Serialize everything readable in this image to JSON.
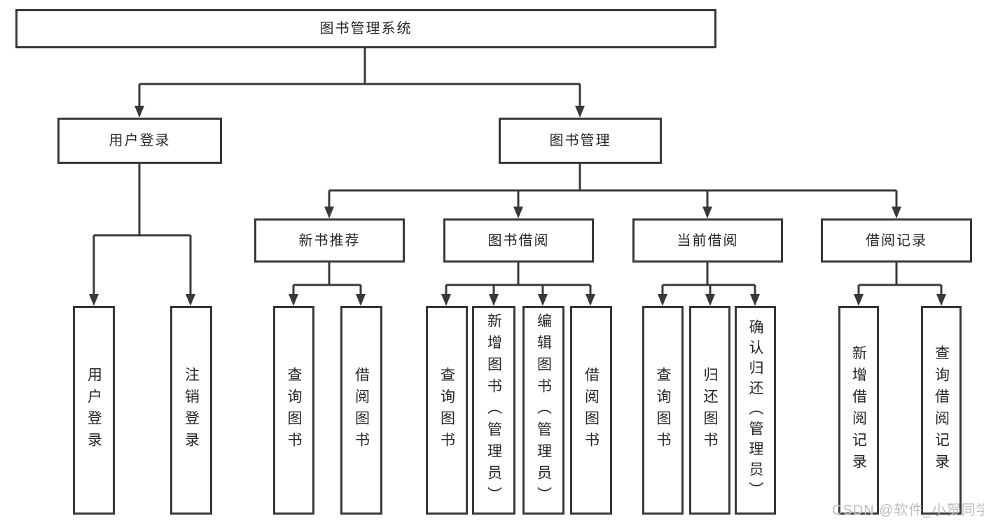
{
  "diagram": {
    "tree": {
      "root": {
        "label": "图书管理系统"
      },
      "children": [
        {
          "label": "用户登录",
          "children": [
            {
              "label": "用户登录"
            },
            {
              "label": "注销登录"
            }
          ]
        },
        {
          "label": "图书管理",
          "children": [
            {
              "label": "新书推荐",
              "children": [
                {
                  "label": "查询图书"
                },
                {
                  "label": "借阅图书"
                }
              ]
            },
            {
              "label": "图书借阅",
              "children": [
                {
                  "label": "查询图书"
                },
                {
                  "label": "新增图书（管理员）"
                },
                {
                  "label": "编辑图书（管理员）"
                },
                {
                  "label": "借阅图书"
                }
              ]
            },
            {
              "label": "当前借阅",
              "children": [
                {
                  "label": "查询图书"
                },
                {
                  "label": "归还图书"
                },
                {
                  "label": "确认归还（管理员）"
                }
              ]
            },
            {
              "label": "借阅记录",
              "children": [
                {
                  "label": "新增借阅记录"
                },
                {
                  "label": "查询借阅记录"
                }
              ]
            }
          ]
        }
      ]
    },
    "watermark": "CSDN @软件_小贺同学",
    "colors": {
      "line": "#383838",
      "text": "#262626",
      "watermark": "#bdbdbd",
      "background": "#ffffff"
    }
  }
}
